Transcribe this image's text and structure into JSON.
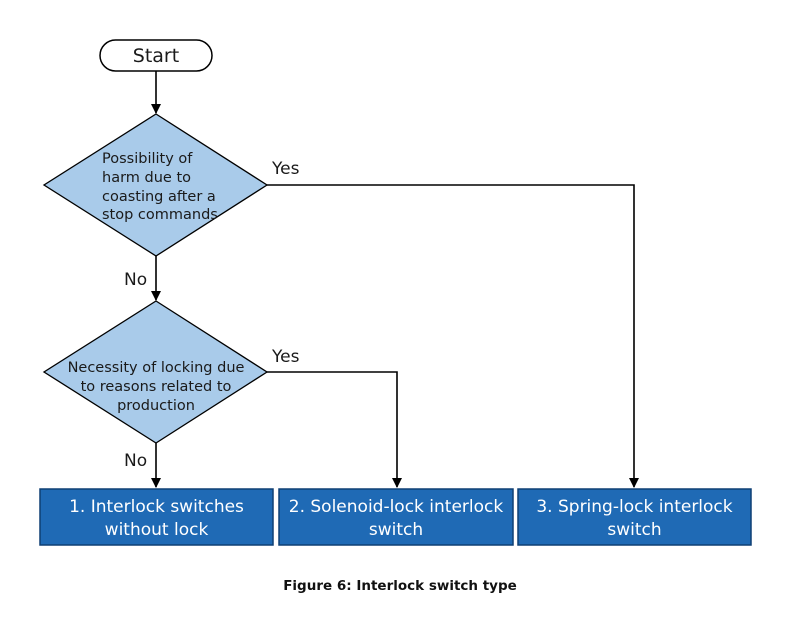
{
  "diagram": {
    "start": "Start",
    "decision1": [
      "Possibility of",
      "harm due to",
      "coasting after a",
      "stop commands"
    ],
    "decision2": [
      "Necessity of locking due",
      "to reasons related to",
      "production"
    ],
    "edges": {
      "d1_yes": "Yes",
      "d1_no": "No",
      "d2_yes": "Yes",
      "d2_no": "No"
    },
    "outcomes": [
      [
        "1. Interlock switches",
        "without lock"
      ],
      [
        "2. Solenoid-lock interlock",
        "switch"
      ],
      [
        "3. Spring-lock interlock",
        "switch"
      ]
    ]
  },
  "colors": {
    "decision_fill": "#a9cbea",
    "outcome_fill": "#1f6ab5",
    "outcome_stroke": "#0e3f73",
    "line": "#000000"
  },
  "caption": "Figure 6: Interlock switch type"
}
